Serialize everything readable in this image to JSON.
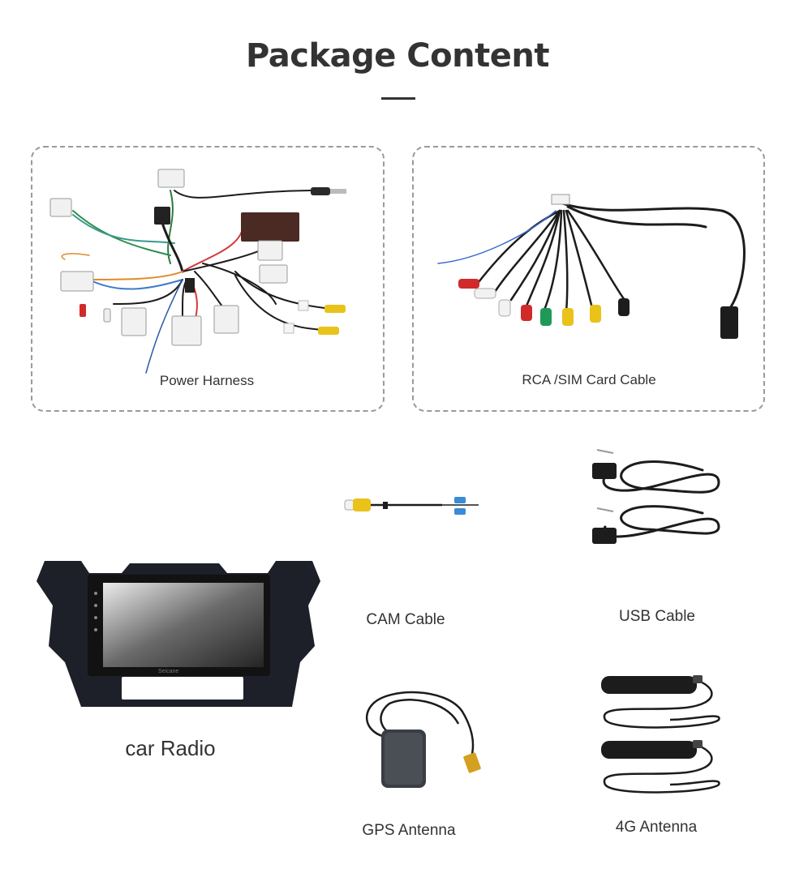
{
  "page": {
    "title": "Package Content"
  },
  "items": {
    "power_harness": "Power Harness",
    "rca_sim_cable": "RCA /SIM Card Cable",
    "cam_cable": "CAM Cable",
    "usb_cable": "USB Cable",
    "car_radio": "car Radio",
    "gps_antenna": "GPS Antenna",
    "antenna_4g": "4G Antenna"
  },
  "radio_brand": "Seicane",
  "colors": {
    "title": "#333333",
    "dashed_border": "#9a9a9a",
    "rca_red": "#d12a2a",
    "rca_yellow": "#e9c21a",
    "rca_green": "#1f9a56",
    "rca_white": "#f2f2f2",
    "cable_black": "#1c1c1c"
  }
}
